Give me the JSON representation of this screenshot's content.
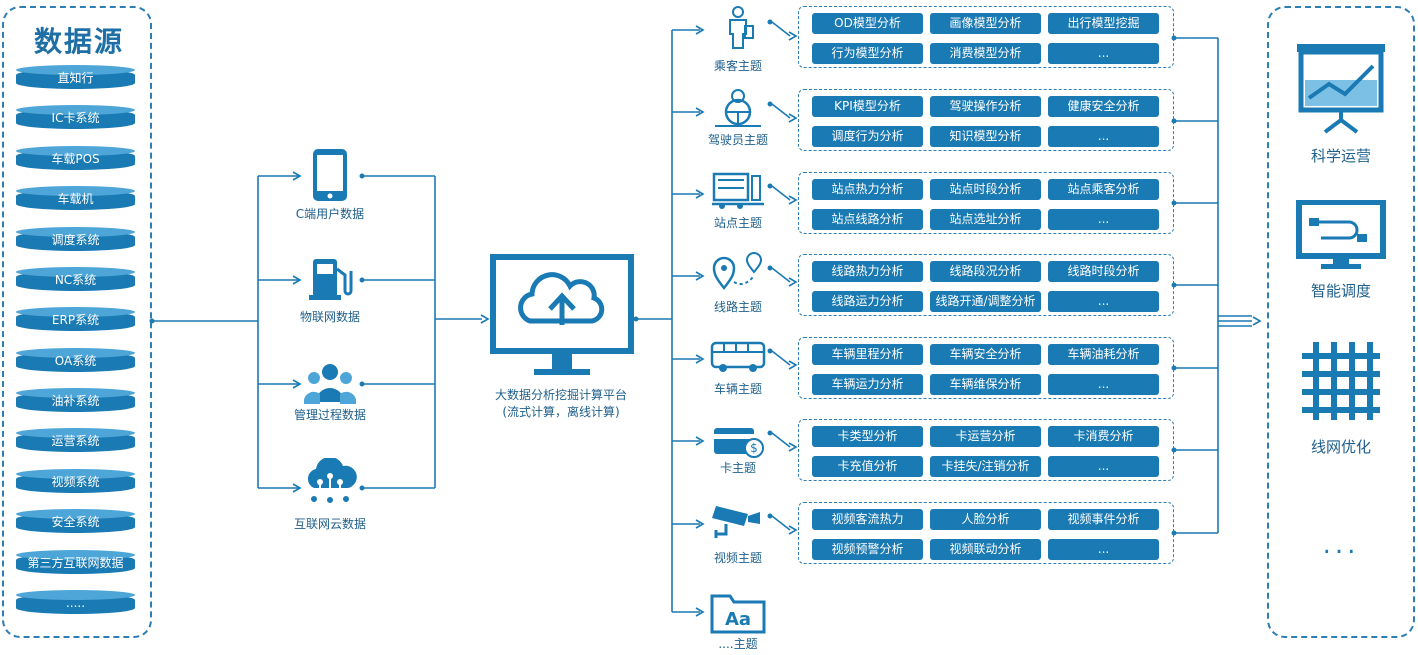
{
  "sources": {
    "title": "数据源",
    "items": [
      "直知行",
      "IC卡系统",
      "车载POS",
      "车载机",
      "调度系统",
      "NC系统",
      "ERP系统",
      "OA系统",
      "油补系统",
      "运营系统",
      "视频系统",
      "安全系统",
      "第三方互联网数据",
      "....."
    ]
  },
  "middle": {
    "items": [
      {
        "label": "C端用户数据",
        "icon": "smartphone-icon"
      },
      {
        "label": "物联网数据",
        "icon": "fuel-pump-icon"
      },
      {
        "label": "管理过程数据",
        "icon": "people-group-icon"
      },
      {
        "label": "互联网云数据",
        "icon": "cloud-network-icon"
      }
    ]
  },
  "platform": {
    "line1": "大数据分析挖掘计算平台",
    "line2": "(流式计算，离线计算)",
    "icon": "cloud-monitor-icon"
  },
  "topics": [
    {
      "label": "乘客主题",
      "icon": "passenger-icon",
      "chips": [
        "OD模型分析",
        "画像模型分析",
        "出行模型挖掘",
        "行为模型分析",
        "消费模型分析",
        "..."
      ]
    },
    {
      "label": "驾驶员主题",
      "icon": "driver-icon",
      "chips": [
        "KPI模型分析",
        "驾驶操作分析",
        "健康安全分析",
        "调度行为分析",
        "知识模型分析",
        "..."
      ]
    },
    {
      "label": "站点主题",
      "icon": "station-icon",
      "chips": [
        "站点热力分析",
        "站点时段分析",
        "站点乘客分析",
        "站点线路分析",
        "站点选址分析",
        "..."
      ]
    },
    {
      "label": "线路主题",
      "icon": "route-map-icon",
      "chips": [
        "线路热力分析",
        "线路段况分析",
        "线路时段分析",
        "线路运力分析",
        "线路开通/调整分析",
        "..."
      ]
    },
    {
      "label": "车辆主题",
      "icon": "bus-icon",
      "chips": [
        "车辆里程分析",
        "车辆安全分析",
        "车辆油耗分析",
        "车辆运力分析",
        "车辆维保分析",
        "..."
      ]
    },
    {
      "label": "卡主题",
      "icon": "card-icon",
      "chips": [
        "卡类型分析",
        "卡运营分析",
        "卡消费分析",
        "卡充值分析",
        "卡挂失/注销分析",
        "..."
      ]
    },
    {
      "label": "视频主题",
      "icon": "camera-icon",
      "chips": [
        "视频客流热力",
        "人脸分析",
        "视频事件分析",
        "视频预警分析",
        "视频联动分析",
        "..."
      ]
    },
    {
      "label": "....主题",
      "icon": "folder-icon",
      "chips": []
    }
  ],
  "outputs": {
    "items": [
      {
        "label": "科学运营",
        "icon": "presentation-chart-icon"
      },
      {
        "label": "智能调度",
        "icon": "dispatch-screen-icon"
      },
      {
        "label": "线网优化",
        "icon": "grid-network-icon"
      }
    ],
    "more": "..."
  },
  "colors": {
    "primary": "#1a7ab3",
    "light": "#4ea6d8",
    "text": "#1f5f8b"
  }
}
